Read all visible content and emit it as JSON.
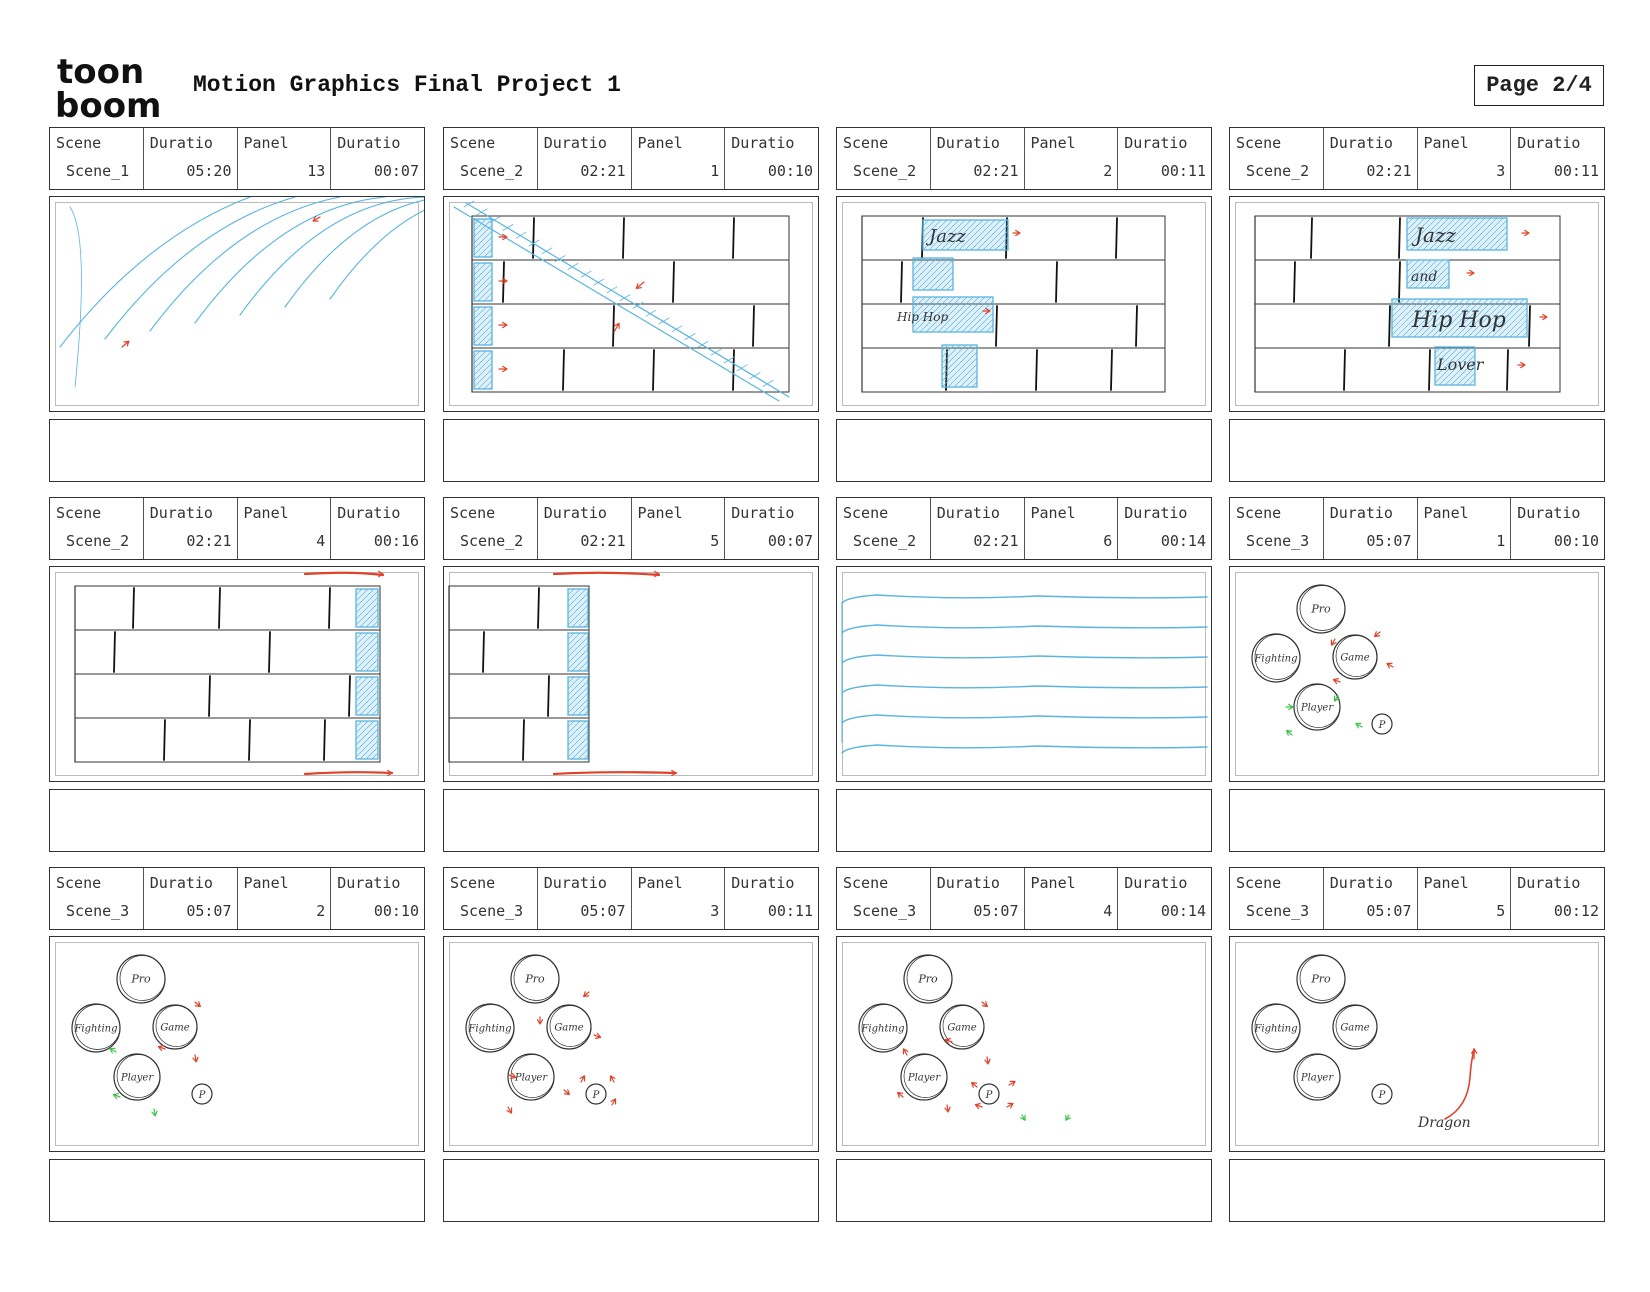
{
  "header": {
    "logo_line1": "toon",
    "logo_line2": "boom",
    "title": "Motion Graphics Final Project 1",
    "page": "Page 2/4"
  },
  "column_labels": {
    "scene": "Scene",
    "duration": "Duratio",
    "panel": "Panel",
    "panel_duration": "Duratio"
  },
  "panels": [
    {
      "scene": "Scene_1",
      "scene_duration": "05:20",
      "panel": "13",
      "panel_duration": "00:07",
      "notes": ""
    },
    {
      "scene": "Scene_2",
      "scene_duration": "02:21",
      "panel": "1",
      "panel_duration": "00:10",
      "notes": ""
    },
    {
      "scene": "Scene_2",
      "scene_duration": "02:21",
      "panel": "2",
      "panel_duration": "00:11",
      "notes": ""
    },
    {
      "scene": "Scene_2",
      "scene_duration": "02:21",
      "panel": "3",
      "panel_duration": "00:11",
      "notes": ""
    },
    {
      "scene": "Scene_2",
      "scene_duration": "02:21",
      "panel": "4",
      "panel_duration": "00:16",
      "notes": ""
    },
    {
      "scene": "Scene_2",
      "scene_duration": "02:21",
      "panel": "5",
      "panel_duration": "00:07",
      "notes": ""
    },
    {
      "scene": "Scene_2",
      "scene_duration": "02:21",
      "panel": "6",
      "panel_duration": "00:14",
      "notes": ""
    },
    {
      "scene": "Scene_3",
      "scene_duration": "05:07",
      "panel": "1",
      "panel_duration": "00:10",
      "notes": ""
    },
    {
      "scene": "Scene_3",
      "scene_duration": "05:07",
      "panel": "2",
      "panel_duration": "00:10",
      "notes": ""
    },
    {
      "scene": "Scene_3",
      "scene_duration": "05:07",
      "panel": "3",
      "panel_duration": "00:11",
      "notes": ""
    },
    {
      "scene": "Scene_3",
      "scene_duration": "05:07",
      "panel": "4",
      "panel_duration": "00:14",
      "notes": ""
    },
    {
      "scene": "Scene_3",
      "scene_duration": "05:07",
      "panel": "5",
      "panel_duration": "00:12",
      "notes": ""
    }
  ],
  "sketch_text": {
    "jazz": "Jazz",
    "and": "and",
    "hiphop": "Hip Hop",
    "lover": "Lover",
    "pro": "Pro",
    "fighting": "Fighting",
    "game": "Game",
    "player": "Player",
    "p": "P",
    "dragon": "Dragon"
  },
  "colors": {
    "sketch_blue": "#5ab4e0",
    "arrow_red": "#e0422a",
    "arrow_green": "#3cc44a",
    "ink": "#333333"
  }
}
